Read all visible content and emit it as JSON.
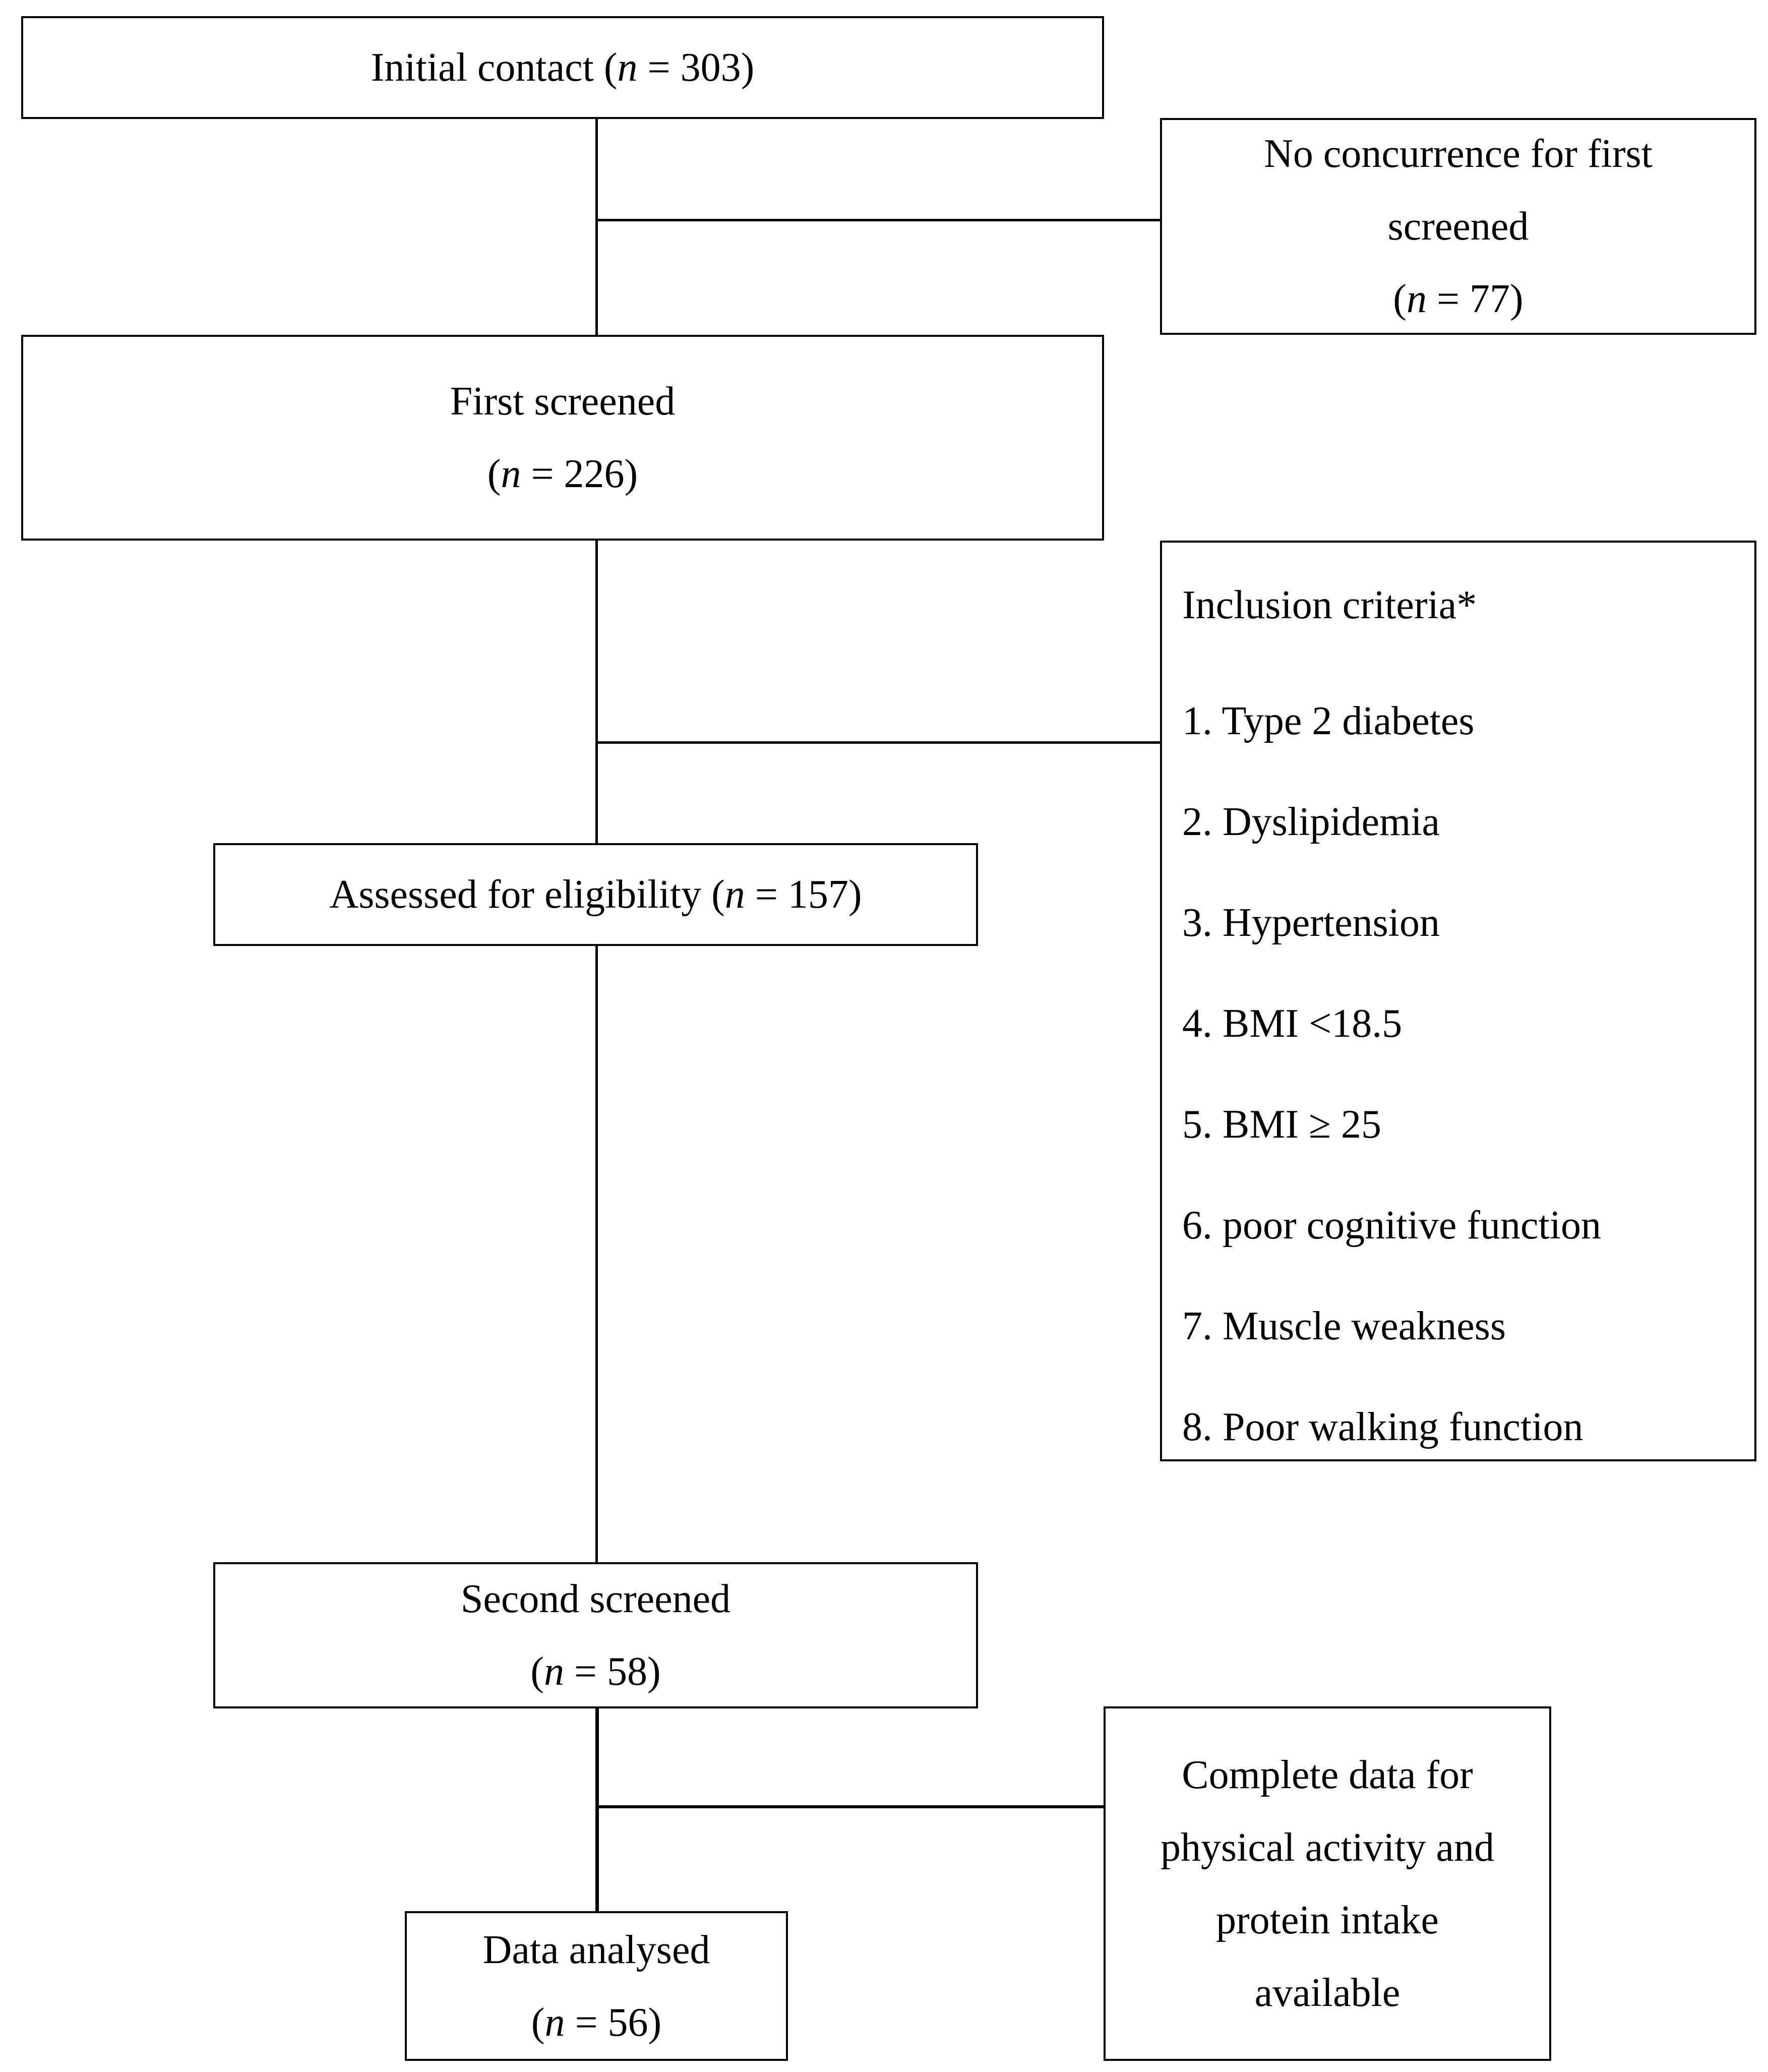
{
  "diagram": {
    "boxes": {
      "initial_contact": {
        "label": "Initial contact (",
        "var": "n",
        "value": " = 303)"
      },
      "no_concurrence": {
        "line1": "No concurrence for first",
        "line2": "screened",
        "open": "(",
        "var": "n",
        "value": " = 77)"
      },
      "first_screened": {
        "line1": "First screened",
        "open": "(",
        "var": "n",
        "value": " = 226)"
      },
      "assessed": {
        "label": "Assessed for eligibility (",
        "var": "n",
        "value": " = 157)"
      },
      "inclusion": {
        "title": "Inclusion criteria*",
        "items": [
          "1. Type 2 diabetes",
          "2. Dyslipidemia",
          "3. Hypertension",
          "4. BMI <18.5",
          "5. BMI ≥ 25",
          "6. poor cognitive function",
          "7. Muscle weakness",
          "8. Poor walking function"
        ]
      },
      "second_screened": {
        "line1": "Second screened",
        "open": "(",
        "var": "n",
        "value": " = 58)"
      },
      "complete_data": {
        "line1": "Complete data for",
        "line2": "physical activity and",
        "line3": "protein intake",
        "line4": "available"
      },
      "data_analysed": {
        "line1": "Data analysed",
        "open": "(",
        "var": "n",
        "value": " = 56)"
      }
    }
  }
}
